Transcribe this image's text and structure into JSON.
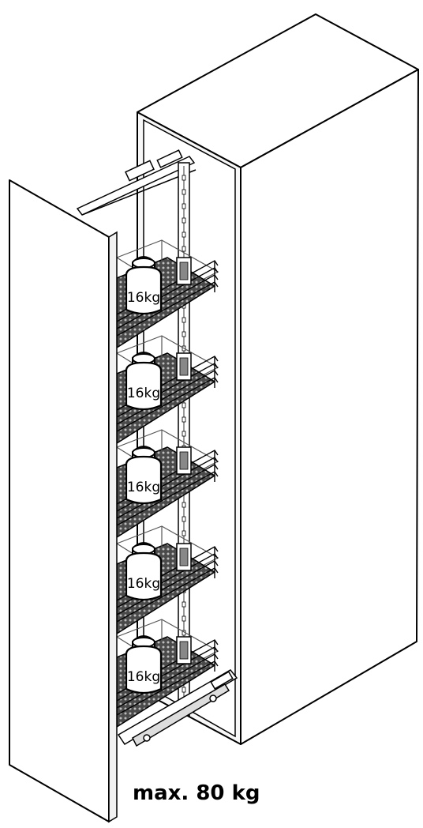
{
  "weight_labels": [
    "16kg",
    "16kg",
    "16kg",
    "16kg",
    "16kg"
  ],
  "caption": "max. 80 kg"
}
